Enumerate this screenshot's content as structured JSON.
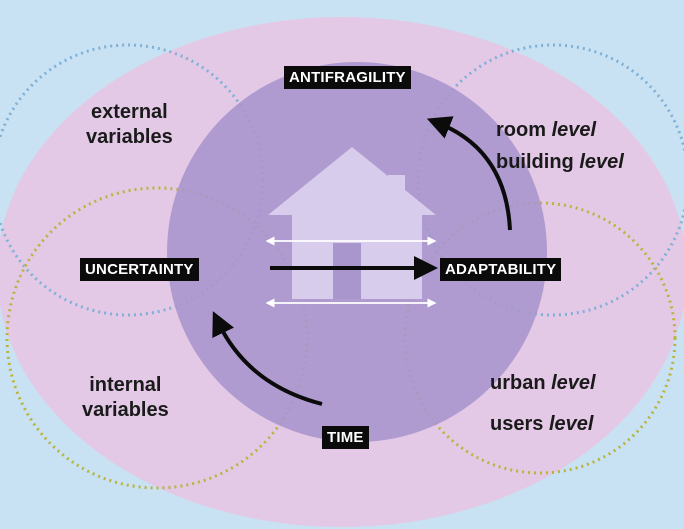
{
  "diagram": {
    "tags": {
      "antifragility": "ANTIFRAGILITY",
      "uncertainty": "UNCERTAINTY",
      "adaptability": "ADAPTABILITY",
      "time": "TIME"
    },
    "external": {
      "line1": "external",
      "line2": "variables"
    },
    "internal": {
      "line1": "internal",
      "line2": "variables"
    },
    "upper_right": [
      {
        "word": "room",
        "level": "level"
      },
      {
        "word": "building",
        "level": "level"
      }
    ],
    "lower_right": [
      {
        "word": "urban",
        "level": "level"
      },
      {
        "word": "users",
        "level": "level"
      }
    ],
    "colors": {
      "background": "#c8e1f3",
      "outer_ellipse": "#e4c9e6",
      "core_circle": "#a996cd",
      "house": "#d8ccec",
      "blue_dotted": "#7fb0d6",
      "yellow_dotted": "#b9b53a",
      "arrow": "#0b0b0b"
    },
    "icons": [
      "house-icon",
      "arrow-icon"
    ]
  }
}
